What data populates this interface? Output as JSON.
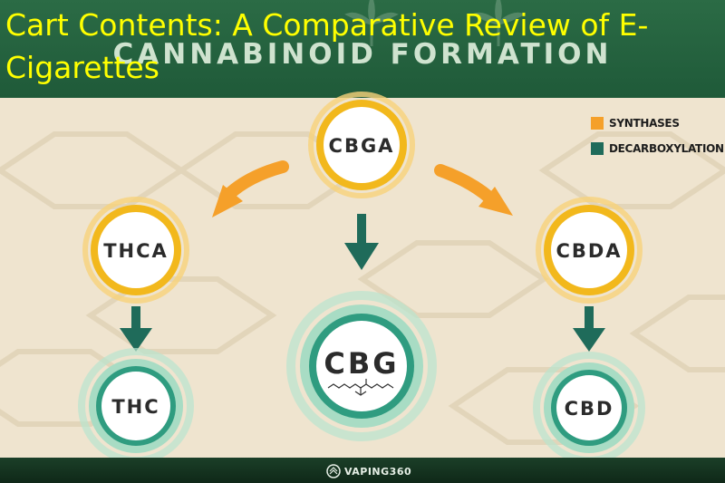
{
  "overlay_title": "Cart Contents:   A Comparative Review of E-Cigarettes",
  "banner_title": "CANNABINOID FORMATION",
  "legend": [
    {
      "label": "SYNTHASES",
      "color": "#f5a02a"
    },
    {
      "label": "DECARBOXYLATION",
      "color": "#1f6b5a"
    }
  ],
  "nodes": {
    "cbga": "CBGA",
    "thca": "THCA",
    "cbda": "CBDA",
    "thc": "THC",
    "cbg": "CBG",
    "cbd": "CBD"
  },
  "brand": "VAPING360",
  "colors": {
    "synthase": "#f5a02a",
    "decarb": "#1f6b5a",
    "ring_yellow": "#f2b81c",
    "ring_teal": "#2f9c80",
    "ring_mint": "#a8dcc4",
    "background": "#efe4cf"
  }
}
